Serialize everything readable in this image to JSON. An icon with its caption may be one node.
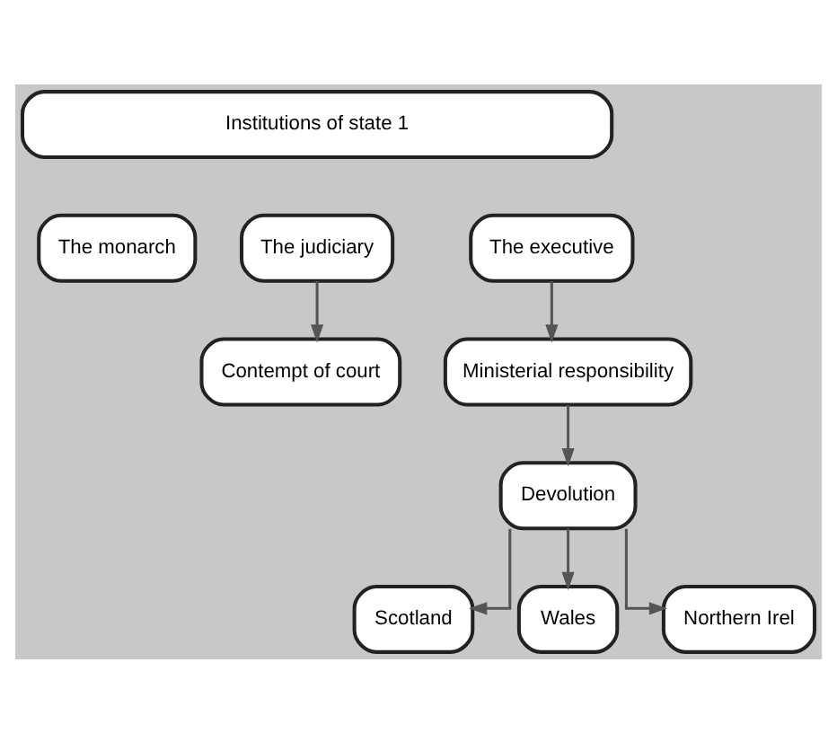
{
  "diagram": {
    "nodes": [
      {
        "text": [
          "Institutions of state 1"
        ]
      },
      {
        "text": [
          "The monarch"
        ]
      },
      {
        "text": [
          "The judiciary"
        ]
      },
      {
        "text": [
          "The executive"
        ]
      },
      {
        "text": [
          "Contempt of court"
        ]
      },
      {
        "text": [
          "Ministerial responsibility"
        ]
      },
      {
        "text": [
          "Devolution"
        ]
      },
      {
        "text": [
          "Scotland"
        ]
      },
      {
        "text": [
          "Wales"
        ]
      },
      {
        "text": [
          "Northern Irel"
        ]
      }
    ],
    "edges": [
      {
        "from": 2,
        "to": 4,
        "arrow": "to"
      },
      {
        "from": 3,
        "to": 5,
        "arrow": "to"
      },
      {
        "from": 5,
        "to": 6,
        "arrow": "to"
      },
      {
        "from": 6,
        "to": 7,
        "arrow": "to"
      },
      {
        "from": 6,
        "to": 8,
        "arrow": "to"
      },
      {
        "from": 6,
        "to": 9,
        "arrow": "to"
      }
    ]
  }
}
